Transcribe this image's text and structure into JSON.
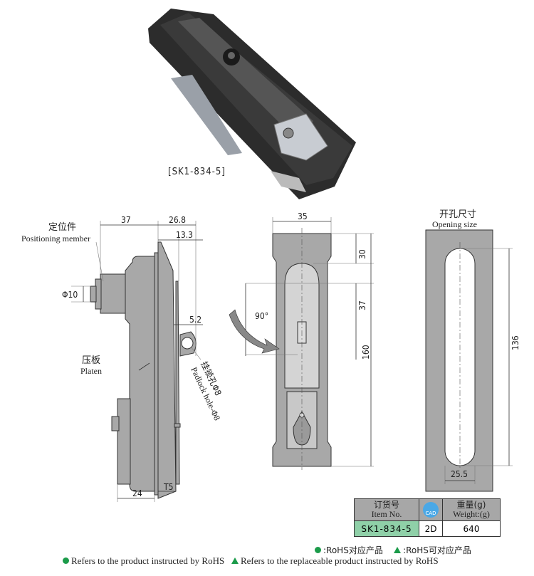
{
  "product": {
    "model_label": "[SK1-834-5]"
  },
  "side_view": {
    "positioning_member_cn": "定位件",
    "positioning_member_en": "Positioning member",
    "platen_cn": "压板",
    "platen_en": "Platen",
    "padlock_cn": "挂锁孔Φ8",
    "padlock_en": "Padlock hole-Φ8",
    "dims": {
      "d37": "37",
      "d268": "26.8",
      "d133": "13.3",
      "phi10": "Φ10",
      "d52": "5.2",
      "d24": "24",
      "t5": "T5"
    }
  },
  "front_view": {
    "dims": {
      "d35": "35",
      "d30": "30",
      "d37": "37",
      "d160": "160",
      "angle": "90°"
    }
  },
  "opening": {
    "title_cn": "开孔尺寸",
    "title_en": "Opening size",
    "dims": {
      "d136": "136",
      "d255": "25.5"
    }
  },
  "table": {
    "item_cn": "订货号",
    "item_en": "Item No.",
    "cad_icon": "cad-file-icon",
    "cad_label": "CAD",
    "weight_cn": "重量(g)",
    "weight_en": "Weight:(g)",
    "item_no": "SK1-834-5",
    "cad": "2D",
    "weight": "640",
    "item_color": "#8fd0a8"
  },
  "legend": {
    "rohs_cn": ":RoHS对应产品",
    "rohs_replace_cn": ":RoHS可对应产品",
    "rohs_en": "Refers to the product instructed by RoHS",
    "rohs_replace_en": "Refers to the replaceable product instructed by RoHS",
    "color": "#1b9b4a"
  }
}
